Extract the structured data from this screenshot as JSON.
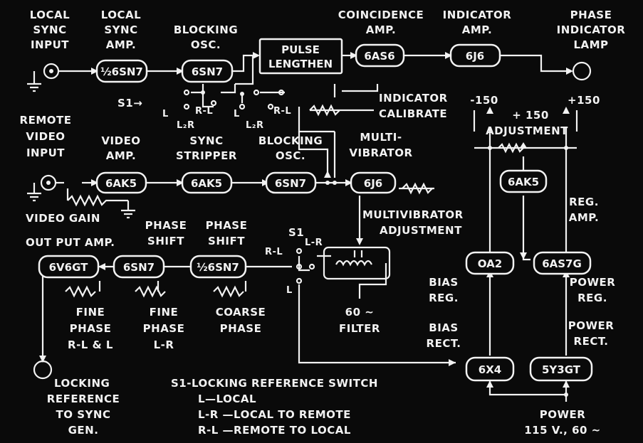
{
  "labels": {
    "local_sync_input": [
      "LOCAL",
      "SYNC",
      "INPUT"
    ],
    "local_sync_amp": [
      "LOCAL",
      "SYNC",
      "AMP."
    ],
    "blocking_osc_top": [
      "BLOCKING",
      "OSC."
    ],
    "coincidence_amp": [
      "COINCIDENCE",
      "AMP."
    ],
    "indicator_amp": [
      "INDICATOR",
      "AMP."
    ],
    "phase_indicator_lamp": [
      "PHASE",
      "INDICATOR",
      "LAMP"
    ],
    "indicator_calibrate": [
      "INDICATOR",
      "CALIBRATE"
    ],
    "s1_top": "S1→",
    "minus_150": "-150",
    "plus_150": "+150",
    "adjustment": [
      "+ 150",
      "ADJUSTMENT"
    ],
    "remote_video_input": [
      "REMOTE",
      "VIDEO",
      "INPUT"
    ],
    "video_amp": [
      "VIDEO",
      "AMP."
    ],
    "sync_stripper": [
      "SYNC",
      "STRIPPER"
    ],
    "blocking_osc_mid": [
      "BLOCKING",
      "OSC."
    ],
    "multivibrator": [
      "MULTI-",
      "VIBRATOR"
    ],
    "video_gain": "VIDEO GAIN",
    "multivibrator_adjustment": [
      "MULTIVIBRATOR",
      "ADJUSTMENT"
    ],
    "reg_amp": [
      "REG.",
      "AMP."
    ],
    "output_amp": "OUT PUT AMP.",
    "phase_shift_1": [
      "PHASE",
      "SHIFT"
    ],
    "phase_shift_2": [
      "PHASE",
      "SHIFT"
    ],
    "s1_mid": "S1",
    "bias_reg": [
      "BIAS",
      "REG."
    ],
    "bias_rect": [
      "BIAS",
      "RECT."
    ],
    "power_reg": [
      "POWER",
      "REG."
    ],
    "power_rect": [
      "POWER",
      "RECT."
    ],
    "fine_phase_rl_l": [
      "FINE",
      "PHASE",
      "R-L & L"
    ],
    "fine_phase_lr": [
      "FINE",
      "PHASE",
      "L-R"
    ],
    "coarse_phase": [
      "COARSE",
      "PHASE"
    ],
    "filter": [
      "60 ~",
      "FILTER"
    ],
    "locking_reference": [
      "LOCKING",
      "REFERENCE",
      "TO SYNC",
      "GEN."
    ],
    "power": [
      "POWER",
      "115 V., 60 ~"
    ],
    "legend_title": "S1-LOCKING REFERENCE SWITCH",
    "legend": [
      "L—LOCAL",
      "L-R —LOCAL TO REMOTE",
      "R-L —REMOTE TO LOCAL"
    ],
    "switch_marks": {
      "L": "L",
      "RL": "R-L",
      "LR": "L-R",
      "LR2": "L₂R"
    }
  },
  "tubes": {
    "local_sync_amp": "½6SN7",
    "blocking_osc_top": "6SN7",
    "pulse_lengthen": [
      "PULSE",
      "LENGTHEN"
    ],
    "coincidence_amp": "6AS6",
    "indicator_amp": "6J6",
    "video_amp": "6AK5",
    "sync_stripper": "6AK5",
    "blocking_osc_mid": "6SN7",
    "multivibrator": "6J6",
    "reg_amp": "6AK5",
    "output_amp": "6V6GT",
    "phase_shift_1": "6SN7",
    "phase_shift_2": "½6SN7",
    "bias_reg": "OA2",
    "power_reg": "6AS7G",
    "bias_rect": "6X4",
    "power_rect": "5Y3GT"
  }
}
